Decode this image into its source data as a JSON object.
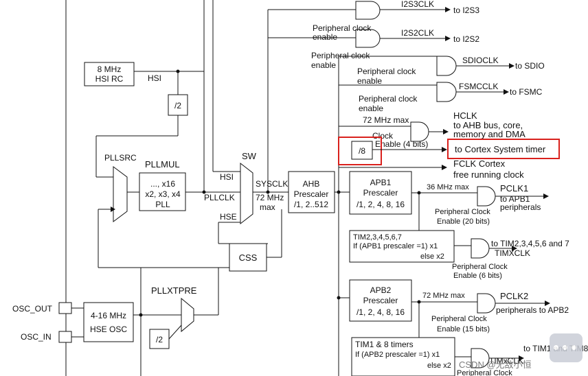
{
  "labels": {
    "i2s3clk": "I2S3CLK",
    "to_i2s3": "to I2S3",
    "pce1a": "Peripheral clock",
    "pce1b": "enable",
    "i2s2clk": "I2S2CLK",
    "to_i2s2": "to I2S2",
    "pce2a": "Peripheral clock",
    "pce2b": "enable",
    "hsirc1": "8 MHz",
    "hsirc2": "HSI RC",
    "hsi": "HSI",
    "div2a": "/2",
    "sdioclk": "SDIOCLK",
    "to_sdio": "to SDIO",
    "pce3a": "Peripheral clock",
    "pce3b": "enable",
    "fsmcclk": "FSMCCLK",
    "to_fsmc": "to FSMC",
    "pce4a": "Peripheral clock",
    "pce4b": "enable",
    "mhz72a": "72 MHz max",
    "hclk": "HCLK",
    "hclk1": "to AHB bus, core,",
    "hclk2": "memory and DMA",
    "clocka": "Clock",
    "clockb": "Enable (4 bits)",
    "div8": "/8",
    "cortex": "to Cortex System timer",
    "fclk1": "FCLK Cortex",
    "fclk2": "free running clock",
    "pllsrc": "PLLSRC",
    "pllmul": "PLLMUL",
    "sw": "SW",
    "mul1": "..., x16",
    "mul2": "x2, x3, x4",
    "pll": "PLL",
    "hsi2": "HSI",
    "sysclk": "SYSCLK",
    "pllclk": "PLLCLK",
    "mhz72b1": "72 MHz",
    "mhz72b2": "max",
    "hse": "HSE",
    "ahb1": "AHB",
    "ahb2": "Prescaler",
    "ahb3": "/1, 2..512",
    "apb1_1": "APB1",
    "apb1_2": "Prescaler",
    "apb1_3": "/1, 2, 4, 8, 16",
    "mhz36": "36 MHz max",
    "pclk1": "PCLK1",
    "pclk1a": "to APB1",
    "pclk1b": "peripherals",
    "pce20a": "Peripheral Clock",
    "pce20b": "Enable (20 bits)",
    "tim2a": "TIM2,3,4,5,6,7",
    "tim2b": "If (APB1 prescaler =1) x1",
    "tim2c": "else  x2",
    "totim2": "to TIM2,3,4,5,6 and 7",
    "timxclk": "TIMXCLK",
    "pce6a": "Peripheral Clock",
    "pce6b": "Enable (6 bits)",
    "css": "CSS",
    "pllxtpre": "PLLXTPRE",
    "oscout": "OSC_OUT",
    "oscin": "OSC_IN",
    "hse1": "4-16 MHz",
    "hse2": "HSE OSC",
    "div2b": "/2",
    "apb2_1": "APB2",
    "apb2_2": "Prescaler",
    "apb2_3": "/1, 2, 4, 8, 16",
    "mhz72c": "72 MHz max",
    "pclk2": "PCLK2",
    "pclk2a": "peripherals to APB2",
    "pce15a": "Peripheral Clock",
    "pce15b": "Enable (15 bits)",
    "tim1a": "TIM1 & 8 timers",
    "tim1b": "If (APB2 prescaler =1) x1",
    "tim1c": "else x2",
    "totim1": "to TIM1 and TIM8",
    "timxclk2": "TIMxCLK",
    "pce_bot": "Peripheral Clock",
    "watermark": "CSDN @无敌小恒"
  }
}
